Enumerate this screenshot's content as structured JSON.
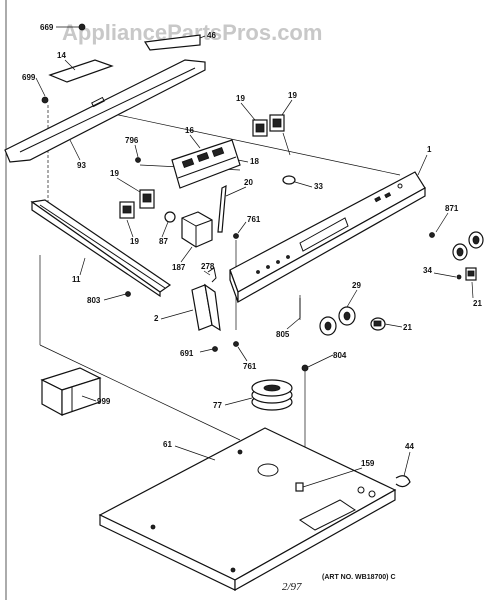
{
  "watermark": "AppliancePartsPros.com",
  "callouts": {
    "c669": "669",
    "c46": "46",
    "c14": "14",
    "c699": "699",
    "c93": "93",
    "c19a": "19",
    "c19b": "19",
    "c796": "796",
    "c16": "16",
    "c18": "18",
    "c1": "1",
    "c19c": "19",
    "c20": "20",
    "c33": "33",
    "c871": "871",
    "c19d": "19",
    "c87": "87",
    "c761a": "761",
    "c11": "11",
    "c187": "187",
    "c278": "278",
    "c803": "803",
    "c34": "34",
    "c29": "29",
    "c21a": "21",
    "c2": "2",
    "c805": "805",
    "c21b": "21",
    "c691": "691",
    "c761b": "761",
    "c804": "804",
    "c999": "999",
    "c77": "77",
    "c61": "61",
    "c44": "44",
    "c159": "159"
  },
  "footer": {
    "page_number": "2/97",
    "art_number": "(ART NO. WB18700) C"
  }
}
